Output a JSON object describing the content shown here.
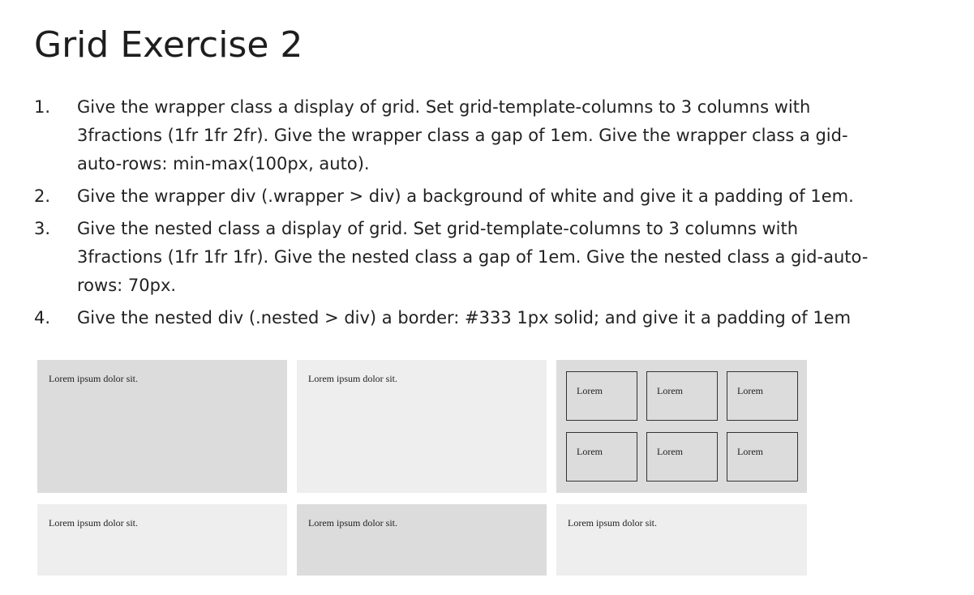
{
  "title": "Grid Exercise 2",
  "instructions": [
    {
      "number": "1.",
      "lines": [
        "Give the wrapper class a display of grid. Set grid-template-columns to 3 columns with",
        "3fractions (1fr 1fr 2fr). Give the wrapper class a gap of 1em. Give the wrapper class a gid-",
        "auto-rows: min-max(100px, auto)."
      ]
    },
    {
      "number": "2.",
      "lines": [
        "Give the wrapper div (.wrapper > div) a background of white and give it a padding of 1em."
      ]
    },
    {
      "number": "3.",
      "lines": [
        "Give the nested class a display of grid. Set grid-template-columns to 3 columns with",
        "3fractions (1fr 1fr 1fr). Give the nested class a gap of 1em. Give the nested class a gid-auto-",
        "rows: 70px."
      ]
    },
    {
      "number": "4.",
      "lines": [
        "Give the nested div (.nested > div) a border: #333 1px solid; and give it a padding of 1em"
      ]
    }
  ],
  "example_grid": {
    "cells": [
      "Lorem ipsum dolor sit.",
      "Lorem ipsum dolor sit.",
      "Lorem ipsum dolor sit.",
      "Lorem ipsum dolor sit.",
      "Lorem ipsum dolor sit."
    ],
    "nested_items": [
      "Lorem",
      "Lorem",
      "Lorem",
      "Lorem",
      "Lorem",
      "Lorem"
    ]
  },
  "colors": {
    "cell_dark": "#dcdcdc",
    "cell_light": "#eeeeee",
    "nested_border": "#333333"
  }
}
